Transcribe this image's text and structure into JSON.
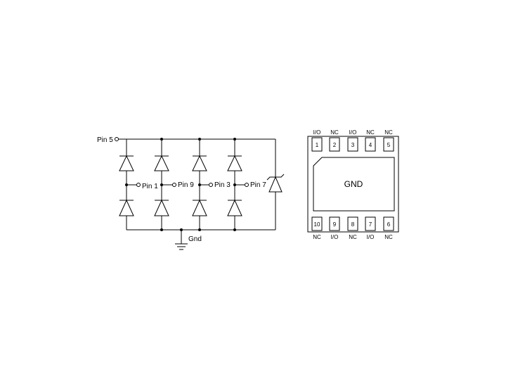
{
  "schematic": {
    "input_pin": "Pin 5",
    "channel_pins": [
      "Pin 1",
      "Pin 9",
      "Pin 3",
      "Pin 7"
    ],
    "ground_label": "Gnd"
  },
  "package": {
    "center_label": "GND",
    "top_pins": [
      {
        "number": "1",
        "function": "I/O"
      },
      {
        "number": "2",
        "function": "NC"
      },
      {
        "number": "3",
        "function": "I/O"
      },
      {
        "number": "4",
        "function": "NC"
      },
      {
        "number": "5",
        "function": "NC"
      }
    ],
    "bottom_pins": [
      {
        "number": "10",
        "function": "NC"
      },
      {
        "number": "9",
        "function": "I/O"
      },
      {
        "number": "8",
        "function": "NC"
      },
      {
        "number": "7",
        "function": "I/O"
      },
      {
        "number": "6",
        "function": "NC"
      }
    ]
  }
}
